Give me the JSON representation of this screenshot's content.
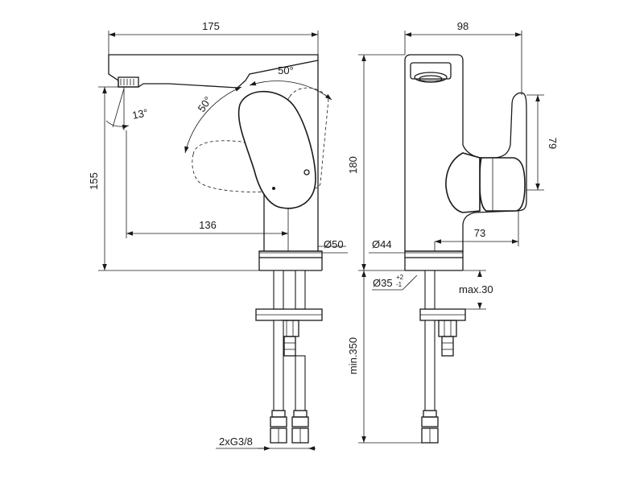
{
  "front_view": {
    "width": "175",
    "height": "155",
    "reach": "136",
    "base_diameter": "Ø50",
    "spout_angle": "13°",
    "lever_angle_left": "50°",
    "lever_angle_right": "50°",
    "connection": "2xG3/8"
  },
  "side_view": {
    "depth": "98",
    "height": "180",
    "lever_height": "79",
    "lever_depth": "73",
    "base_diameter": "Ø44",
    "hole_diameter": "Ø35",
    "hole_tolerance_upper": "+2",
    "hole_tolerance_lower": "-1",
    "max_thickness": "max.30",
    "min_length": "min.350"
  }
}
